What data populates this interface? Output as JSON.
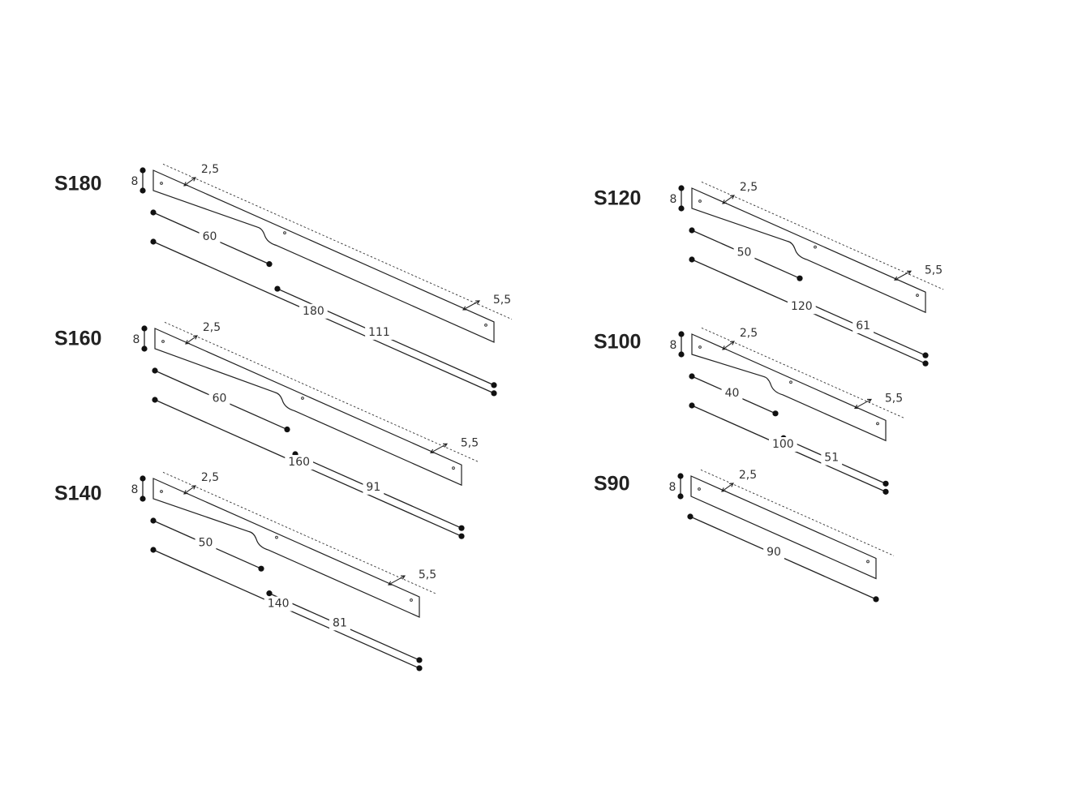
{
  "colors": {
    "line": "#222222",
    "text": "#333333",
    "background": "#ffffff"
  },
  "models": [
    {
      "id": "S180",
      "label": "S180",
      "height": "8",
      "margin_left": "2,5",
      "margin_right": "5,5",
      "segment": "60",
      "total": "180",
      "remainder": "111"
    },
    {
      "id": "S160",
      "label": "S160",
      "height": "8",
      "margin_left": "2,5",
      "margin_right": "5,5",
      "segment": "60",
      "total": "160",
      "remainder": "91"
    },
    {
      "id": "S140",
      "label": "S140",
      "height": "8",
      "margin_left": "2,5",
      "margin_right": "5,5",
      "segment": "50",
      "total": "140",
      "remainder": "81"
    },
    {
      "id": "S120",
      "label": "S120",
      "height": "8",
      "margin_left": "2,5",
      "margin_right": "5,5",
      "segment": "50",
      "total": "120",
      "remainder": "61"
    },
    {
      "id": "S100",
      "label": "S100",
      "height": "8",
      "margin_left": "2,5",
      "margin_right": "5,5",
      "segment": "40",
      "total": "100",
      "remainder": "51"
    },
    {
      "id": "S90",
      "label": "S90",
      "height": "8",
      "margin_left": "2,5",
      "total": "90"
    }
  ]
}
